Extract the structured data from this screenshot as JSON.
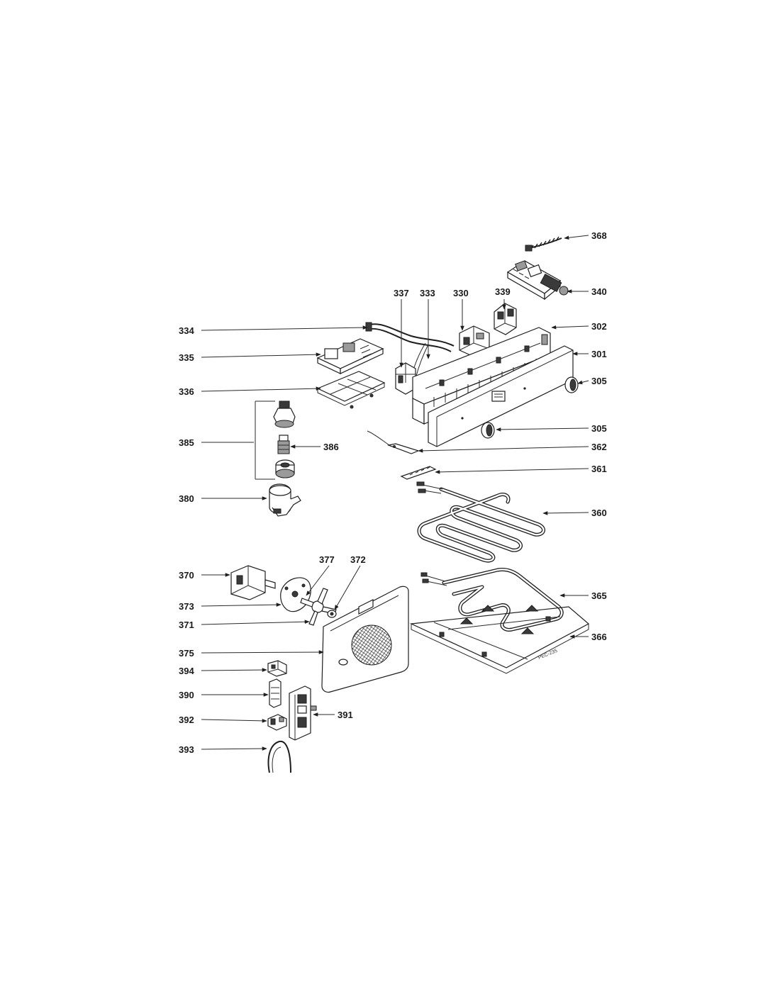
{
  "diagram": {
    "labels": {
      "p368": "368",
      "p340": "340",
      "p337": "337",
      "p333": "333",
      "p330": "330",
      "p339": "339",
      "p334": "334",
      "p302": "302",
      "p335": "335",
      "p301": "301",
      "p336": "336",
      "p305a": "305",
      "p305b": "305",
      "p385": "385",
      "p386": "386",
      "p362": "362",
      "p361": "361",
      "p380": "380",
      "p360": "360",
      "p377": "377",
      "p372": "372",
      "p370": "370",
      "p373": "373",
      "p365": "365",
      "p371": "371",
      "p366": "366",
      "p375": "375",
      "p394": "394",
      "p390": "390",
      "p392": "392",
      "p391": "391",
      "p393": "393"
    },
    "drawing_code": "PEC-235"
  }
}
